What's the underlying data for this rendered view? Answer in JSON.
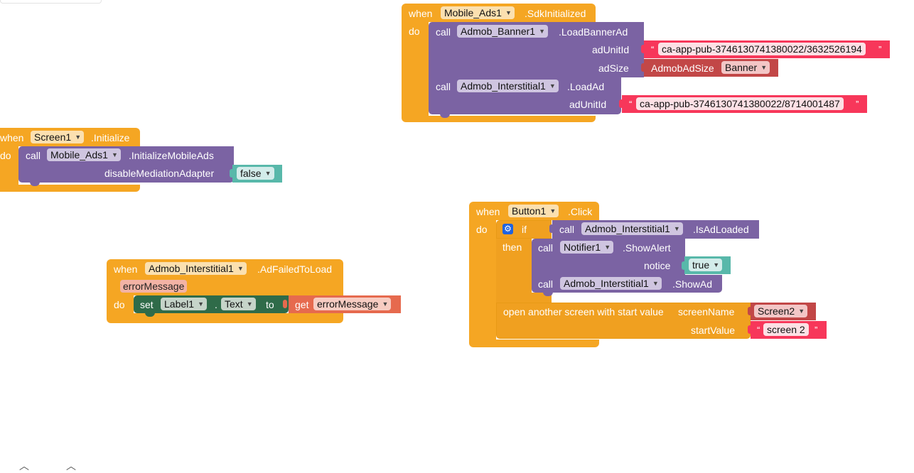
{
  "labels": {
    "when": "when",
    "do": "do",
    "call": "call",
    "set": "set",
    "to": "to",
    "get": "get",
    "if": "if",
    "then": "then",
    "dot": ".",
    "lquote": "“",
    "rquote": "”"
  },
  "block_sdk": {
    "component": "Mobile_Ads1",
    "event": ".SdkInitialized",
    "banner_component": "Admob_Banner1",
    "banner_method": ".LoadBannerAd",
    "param_adunitid": "adUnitId",
    "param_adsize": "adSize",
    "banner_unit": "ca-app-pub-3746130741380022/3632526194",
    "adsize_type": "AdmobAdSize",
    "adsize_value": "Banner",
    "inter_component": "Admob_Interstitial1",
    "inter_method": ".LoadAd",
    "inter_unit": "ca-app-pub-3746130741380022/8714001487"
  },
  "block_init": {
    "component": "Screen1",
    "event": ".Initialize",
    "call_component": "Mobile_Ads1",
    "call_method": ".InitializeMobileAds",
    "param": "disableMediationAdapter",
    "value": "false"
  },
  "block_failed": {
    "component": "Admob_Interstitial1",
    "event": ".AdFailedToLoad",
    "param": "errorMessage",
    "set_component": "Label1",
    "set_property": "Text",
    "get_var": "errorMessage"
  },
  "block_click": {
    "component": "Button1",
    "event": ".Click",
    "cond_component": "Admob_Interstitial1",
    "cond_method": ".IsAdLoaded",
    "alert_component": "Notifier1",
    "alert_method": ".ShowAlert",
    "alert_param": "notice",
    "alert_value": "true",
    "show_component": "Admob_Interstitial1",
    "show_method": ".ShowAd",
    "open_label": "open another screen with start value",
    "open_param_screen": "screenName",
    "open_param_start": "startValue",
    "screen_value": "Screen2",
    "start_value": "screen 2"
  }
}
